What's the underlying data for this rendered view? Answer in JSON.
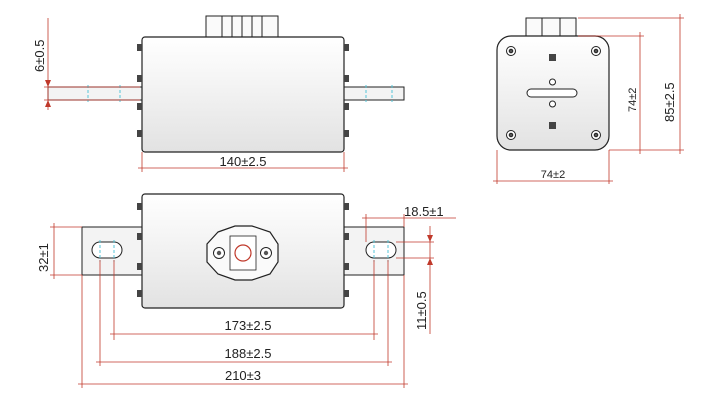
{
  "dimensions": {
    "top_left_vertical": "6±0.5",
    "top_width": "140±2.5",
    "right_width": "74±2",
    "right_inner_height": "74±2",
    "right_total_height": "85±2.5",
    "bottom_offset": "18.5±1",
    "bottom_height": "32±1",
    "bottom_right_small": "11±0.5",
    "bottom_span_1": "173±2.5",
    "bottom_span_2": "188±2.5",
    "bottom_span_3": "210±3"
  },
  "colors": {
    "body_fill": "#f2f2f2",
    "line": "#222222",
    "dimension_line": "#c0392b",
    "centerline": "#56c6d8"
  }
}
